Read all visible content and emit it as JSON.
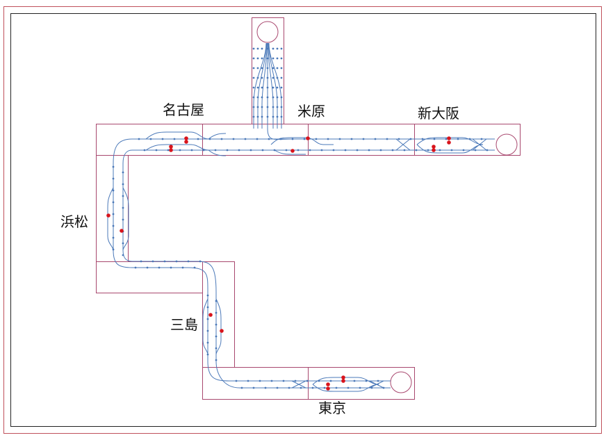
{
  "stations": {
    "nagoya": "名古屋",
    "maibara": "米原",
    "shin_osaka": "新大阪",
    "hamamatsu": "浜松",
    "mishima": "三島",
    "tokyo": "東京"
  },
  "colors": {
    "outer_frame": "#c0505a",
    "inner_frame": "#222222",
    "block": "#a8476e",
    "track": "#4a78b8",
    "signal": "#d8141c"
  }
}
